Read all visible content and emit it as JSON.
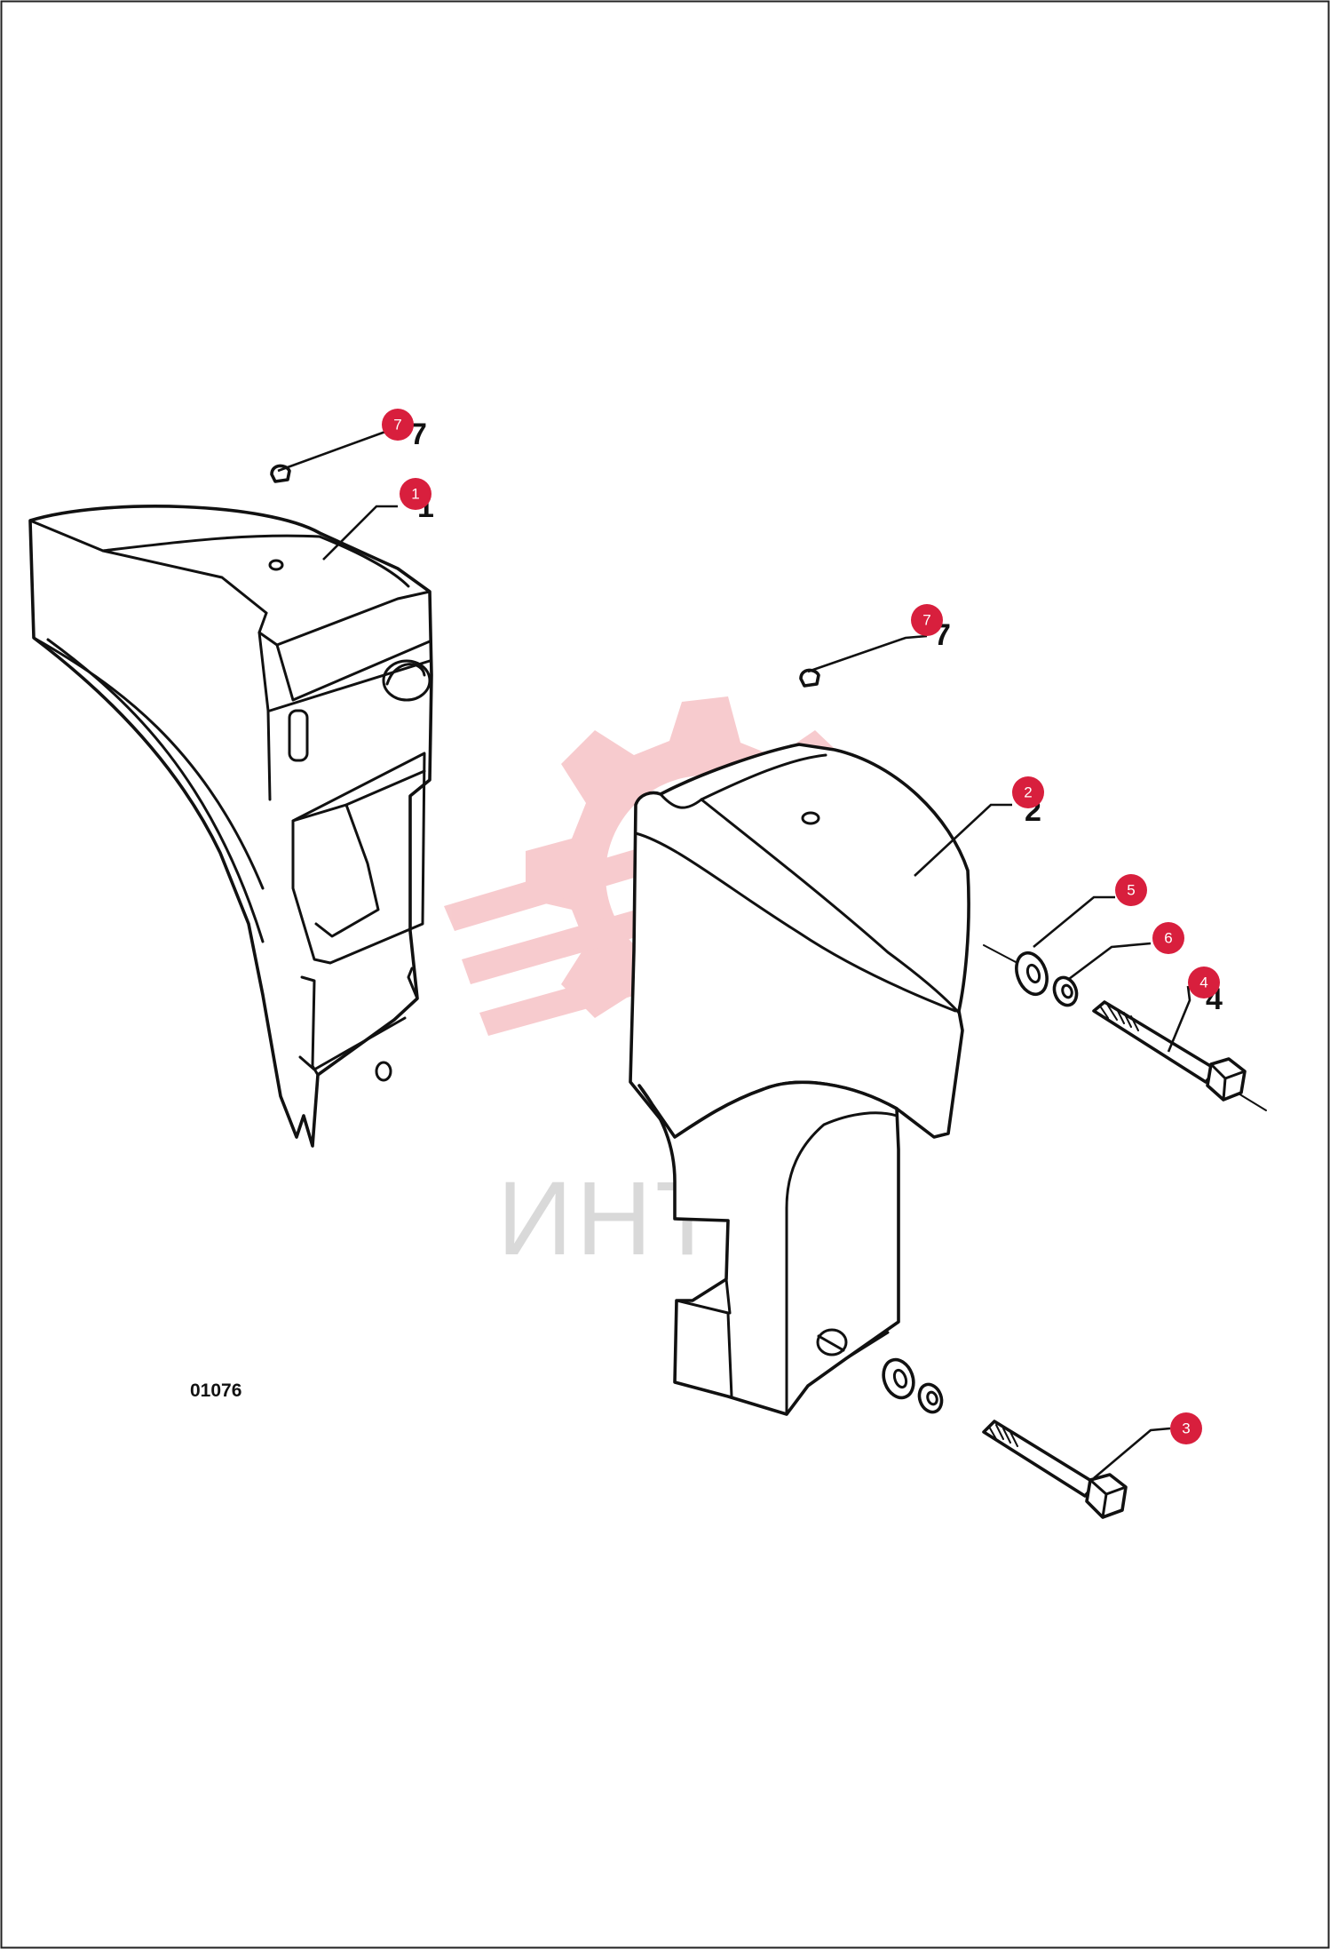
{
  "drawing_code": "01076",
  "watermark": {
    "text": "ИНТЕХ",
    "gear_color": "#f7c9cc",
    "text_color": "#d9d9d9"
  },
  "callout_color": "#d81f3d",
  "callouts": [
    {
      "id": "7",
      "label": "7",
      "printed": "7"
    },
    {
      "id": "1",
      "label": "1",
      "printed": "1"
    },
    {
      "id": "7b",
      "label": "7",
      "printed": "7"
    },
    {
      "id": "2",
      "label": "2",
      "printed": "2"
    },
    {
      "id": "5",
      "label": "5",
      "printed": "5"
    },
    {
      "id": "6",
      "label": "6",
      "printed": "6"
    },
    {
      "id": "4",
      "label": "4",
      "printed": "4"
    },
    {
      "id": "3",
      "label": "3",
      "printed": "3"
    }
  ]
}
